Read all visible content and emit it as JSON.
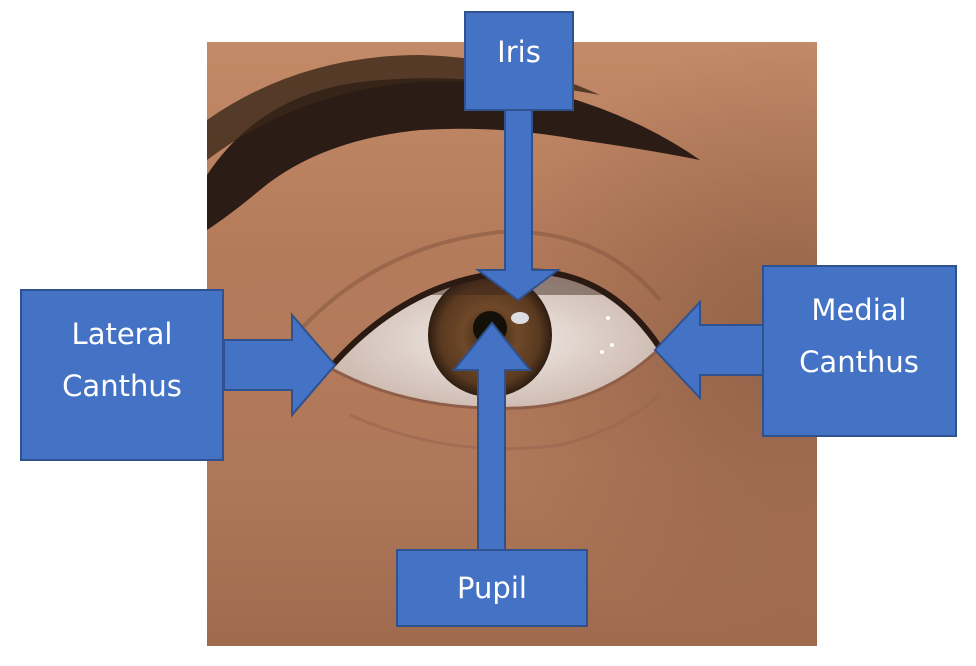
{
  "labels": {
    "iris": "Iris",
    "lateral_canthus_line1": "Lateral",
    "lateral_canthus_line2": "Canthus",
    "medial_canthus_line1": "Medial",
    "medial_canthus_line2": "Canthus",
    "pupil": "Pupil"
  },
  "colors": {
    "label_fill": "#4472c4",
    "label_stroke": "#2f528f",
    "label_text": "#ffffff",
    "skin": "#b57a5a",
    "iris": "#6b4526",
    "pupil": "#141008",
    "brow": "#2a1d16"
  }
}
